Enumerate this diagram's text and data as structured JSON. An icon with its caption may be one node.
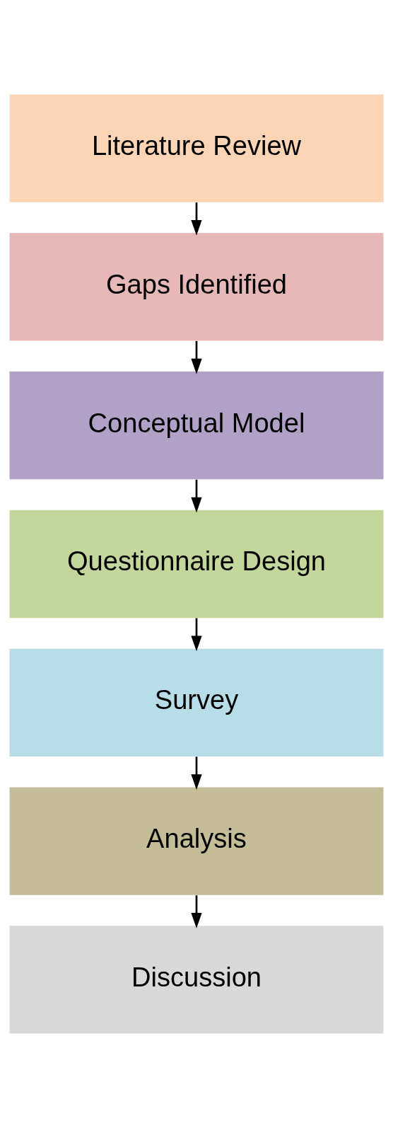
{
  "diagram": {
    "nodes": [
      {
        "text": [
          "Literature Review"
        ]
      },
      {
        "text": [
          "Gaps Identified"
        ]
      },
      {
        "text": [
          "Conceptual Model"
        ]
      },
      {
        "text": [
          "Questionnaire Design"
        ]
      },
      {
        "text": [
          "Survey"
        ]
      },
      {
        "text": [
          "Analysis"
        ]
      },
      {
        "text": [
          "Discussion"
        ]
      }
    ],
    "edges": [
      {
        "from": 0,
        "to": 1,
        "arrow": "to"
      },
      {
        "from": 1,
        "to": 2,
        "arrow": "to"
      },
      {
        "from": 2,
        "to": 3,
        "arrow": "to"
      },
      {
        "from": 3,
        "to": 4,
        "arrow": "to"
      },
      {
        "from": 4,
        "to": 5,
        "arrow": "to"
      },
      {
        "from": 5,
        "to": 6,
        "arrow": "to"
      }
    ]
  }
}
